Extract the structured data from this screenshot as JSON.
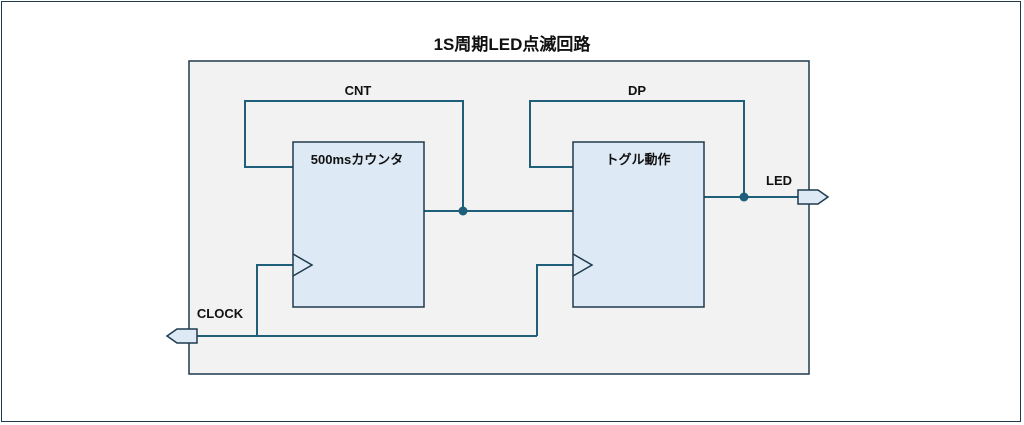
{
  "title": "1S周期LED点滅回路",
  "blocks": {
    "counter": {
      "label": "500msカウンタ"
    },
    "toggle": {
      "label": "トグル動作"
    }
  },
  "signals": {
    "cnt": "CNT",
    "dp": "DP",
    "led": "LED",
    "clock": "CLOCK"
  },
  "colors": {
    "block_fill": "#dde9f5",
    "module_fill": "#f2f2f2",
    "wire": "#1f5f7a",
    "outline": "#1f3a4d"
  }
}
